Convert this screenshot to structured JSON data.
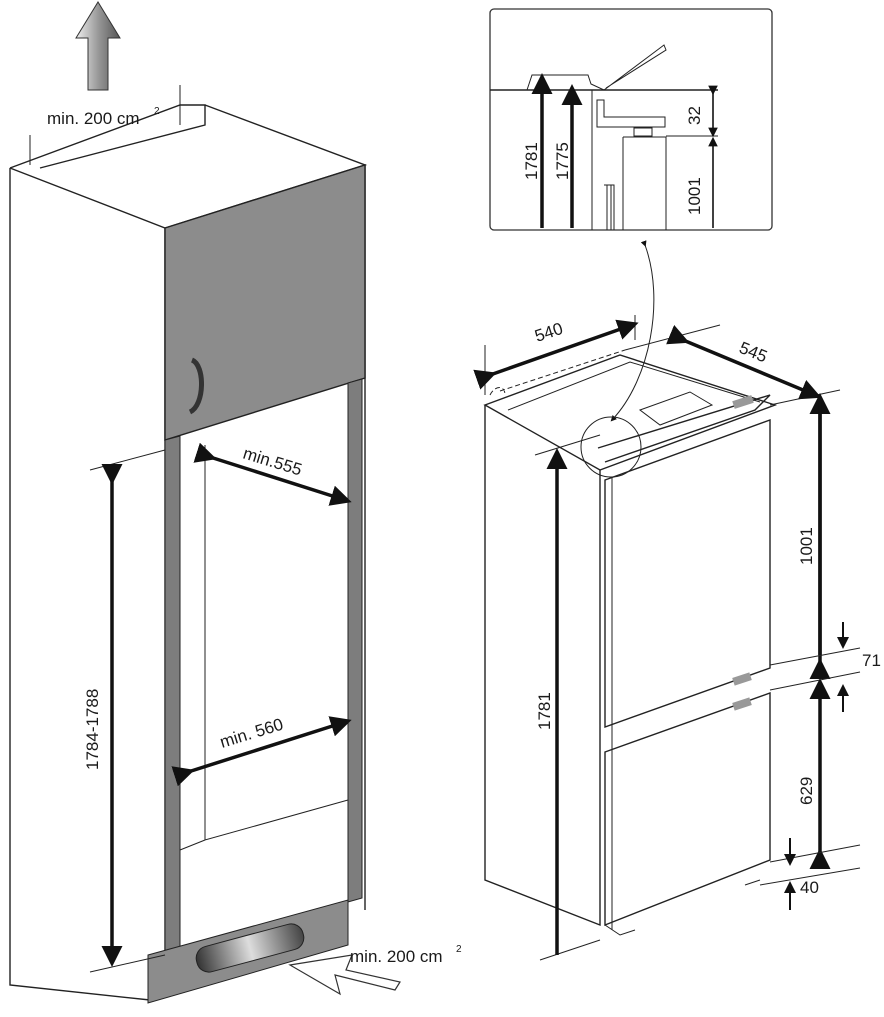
{
  "title": "Built-in fridge-freezer installation dimensions",
  "niche": {
    "vent_top_label": "min. 200 cm",
    "vent_top_sup": "2",
    "vent_bottom_label": "min. 200 cm",
    "vent_bottom_sup": "2",
    "depth_label": "min.555",
    "width_label": "min. 560",
    "height_label": "1784-1788"
  },
  "detail": {
    "dim_1781": "1781",
    "dim_1775": "1775",
    "dim_32": "32",
    "dim_1001": "1001"
  },
  "appliance": {
    "width_label": "540",
    "depth_label": "545",
    "height_label": "1781",
    "upper_door_label": "1001",
    "gap_label": "71",
    "lower_door_label": "629",
    "bottom_label": "40"
  },
  "colors": {
    "panel_gray": "#8c8c8c",
    "frame_gray": "#7d7d7d",
    "line": "#222222"
  }
}
